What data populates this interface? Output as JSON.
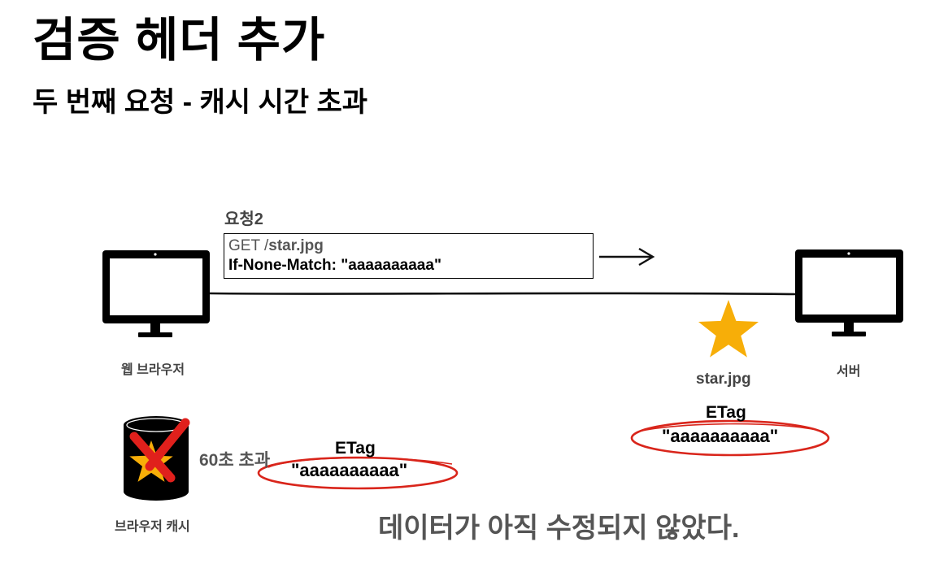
{
  "title": "검증 헤더 추가",
  "subtitle": "두 번째 요청 - 캐시 시간 초과",
  "request": {
    "label": "요청2",
    "method": "GET /",
    "path": "star.jpg",
    "header": "If-None-Match: \"aaaaaaaaaa\""
  },
  "client": {
    "label": "웹 브라우저"
  },
  "server": {
    "label": "서버",
    "resource_label": "star.jpg"
  },
  "server_etag": {
    "title": "ETag",
    "value": "\"aaaaaaaaaa\""
  },
  "cache": {
    "label": "브라우저 캐시",
    "timeout_text": "60초 초과",
    "etag_title": "ETag",
    "etag_value": "\"aaaaaaaaaa\""
  },
  "conclusion": "데이터가 아직 수정되지 않았다.",
  "colors": {
    "star": "#f7ae08",
    "cross": "#e0201c",
    "ellipse": "#d9251b",
    "monitor": "#000000"
  }
}
